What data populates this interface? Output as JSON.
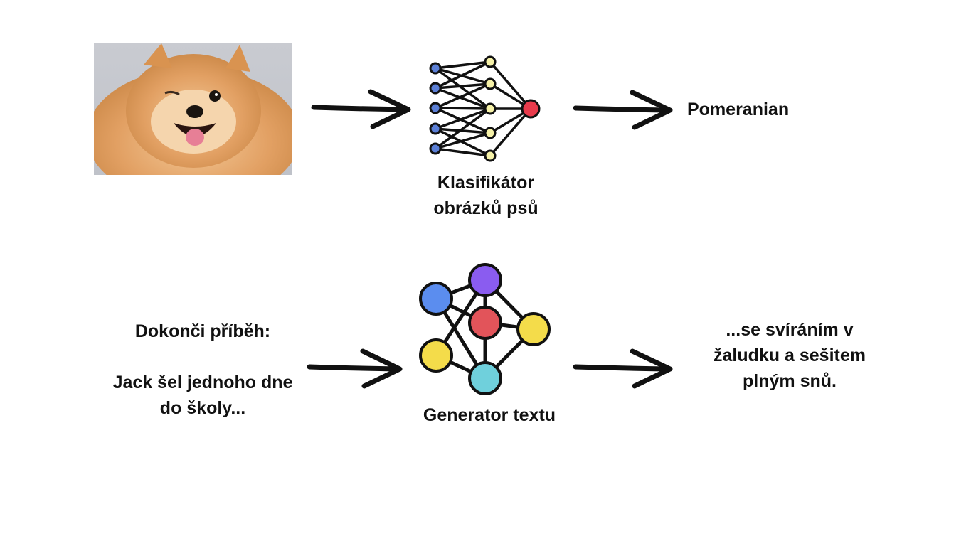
{
  "top_row": {
    "input_image_icon": "pomeranian-dog-photo",
    "model_label_line1": "Klasifikátor",
    "model_label_line2": "obrázků psů",
    "output_text": "Pomeranian"
  },
  "bottom_row": {
    "prompt_title": "Dokonči příběh:",
    "prompt_line1": "Jack šel jednoho dne",
    "prompt_line2": "do školy...",
    "model_label": "Generator textu",
    "output_line1": "...se svíráním v",
    "output_line2": "žaludku a sešitem",
    "output_line3": "plným snů."
  },
  "colors": {
    "ink": "#111111",
    "node_blue": "#5b8def",
    "node_purple": "#8a5cf0",
    "node_red": "#e2545a",
    "node_yellow": "#f4dc4a",
    "node_cyan": "#6fd0dc",
    "node_pale_yellow": "#f6f2a8"
  }
}
